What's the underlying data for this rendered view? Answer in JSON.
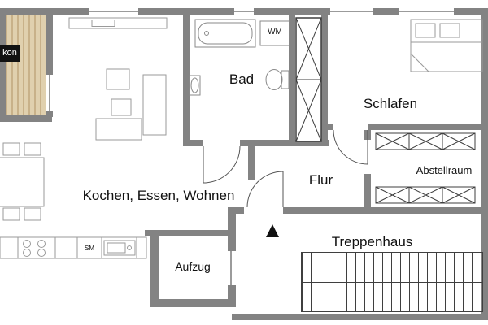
{
  "plan": {
    "rooms": {
      "balcony": "kon",
      "living": "Kochen, Essen, Wohnen",
      "bath": "Bad",
      "bedroom": "Schlafen",
      "storage": "Abstellraum",
      "hallway": "Flur",
      "stairwell": "Treppenhaus",
      "elevator": "Aufzug"
    },
    "appliances": {
      "washing_machine": "WM",
      "dishwasher": "SM"
    },
    "colors": {
      "wall": "#838383",
      "wood_floor": "#e0d0ae",
      "wood_stripe": "#c8b189",
      "drawing_line": "#3f3f3f",
      "furniture_line": "#9a9a9a",
      "text": "#111111"
    }
  }
}
